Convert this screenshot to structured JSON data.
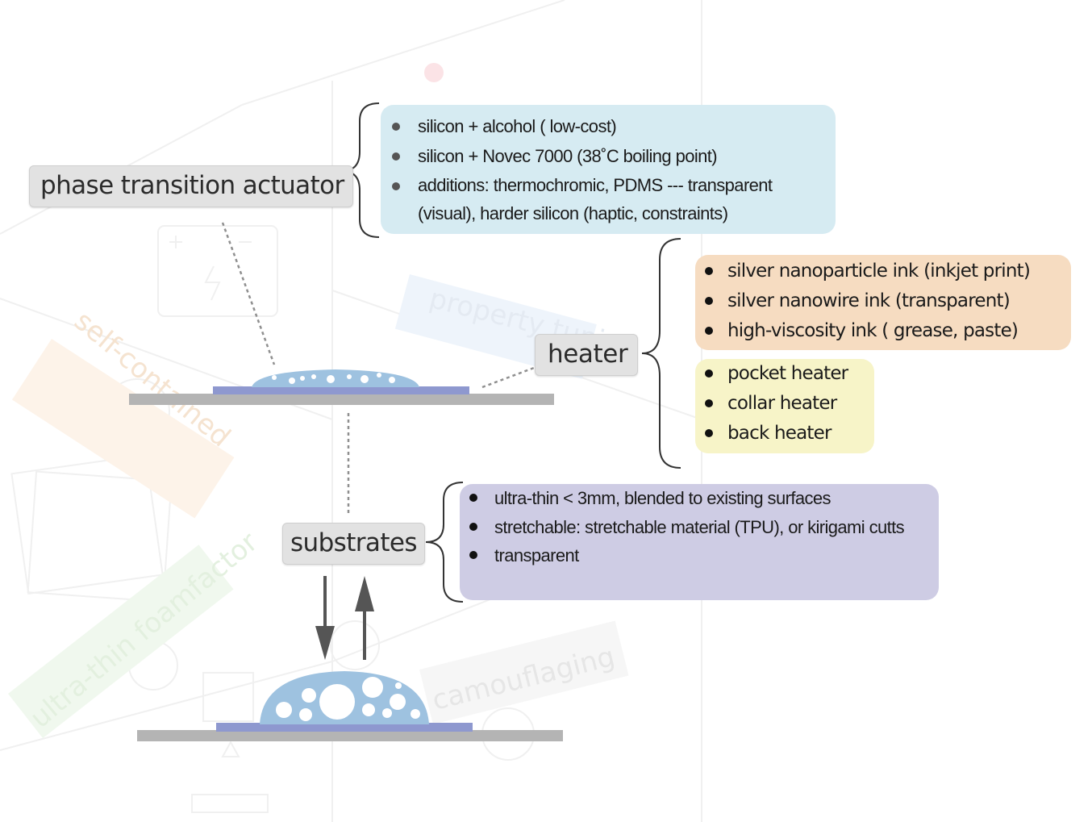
{
  "labels": {
    "actuator": "phase transition actuator",
    "heater": "heater",
    "substrates": "substrates"
  },
  "actuator_items": [
    "silicon + alcohol ( low-cost)",
    "silicon + Novec 7000 (38˚C boiling point)",
    "additions: thermochromic, PDMS --- transparent (visual), harder silicon (haptic, constraints)"
  ],
  "heater_inks": [
    "silver nanoparticle ink (inkjet print)",
    "silver nanowire ink (transparent)",
    "high-viscosity ink ( grease, paste)"
  ],
  "heater_positions": [
    "pocket heater",
    "collar heater",
    "back heater"
  ],
  "substrate_items": [
    "ultra-thin < 3mm, blended to existing surfaces",
    "stretchable: stretchable material (TPU), or kirigami cutts",
    "transparent"
  ],
  "background_watermarks": {
    "w1": "self-contained",
    "w2": "property tuning",
    "w3": "ultra-thin foamfactor",
    "w4": "camouflaging"
  },
  "colors": {
    "actuator_box": "#d6ebf2",
    "ink_box": "#f6dcc1",
    "position_box": "#f7f4c8",
    "substrate_box": "#cecce4",
    "droplet": "#9ec2e0",
    "heater_layer": "#8e98cf",
    "base_plate": "#b4b4b4"
  }
}
